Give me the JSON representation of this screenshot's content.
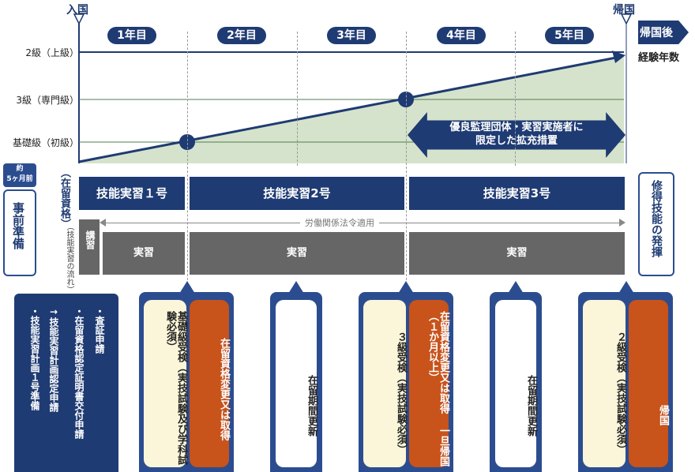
{
  "timeline": {
    "entry": "入国",
    "return": "帰国",
    "after_return": "帰国後",
    "years": [
      "1年目",
      "2年目",
      "3年目",
      "4年目",
      "5年目"
    ]
  },
  "chart": {
    "levels": [
      "2級（上級）",
      "3級（専門級）",
      "基礎級（初級）"
    ],
    "axis_right": "経験年数",
    "callout": "優良監理団体・実習実施者に\n限定した拡充措置"
  },
  "left": {
    "badge": "約\n5ヶ月前",
    "prep": "事前準備",
    "status_label": "（在留資格）",
    "flow_label": "（技能実習の流れ）",
    "lecture": "講習"
  },
  "bands": [
    "技能実習１号",
    "技能実習2号",
    "技能実習3号"
  ],
  "right_box": "修得技能の発揮",
  "labor_law": "労働関係法令適用",
  "jisshu": [
    "実習",
    "実習",
    "実習"
  ],
  "steps": {
    "prep_list": [
      "・技能実習計画１号準備",
      "・在留資格認定証明書交付申請",
      "・査証申請"
    ],
    "prep_sub1": "→技能実習計画認定申請",
    "basic_exam": "基礎級受検（実技試験及び学科試験必須）",
    "change1": "在留資格変更又は取得",
    "renew1": "在留期間更新",
    "exam3": "３級受検（実技試験必須）",
    "change2": "在留資格変更又は取得 一旦帰国（１か月以上）",
    "renew2": "在留期間更新",
    "exam2": "２級受検（実技試験必須）",
    "home": "帰国"
  }
}
